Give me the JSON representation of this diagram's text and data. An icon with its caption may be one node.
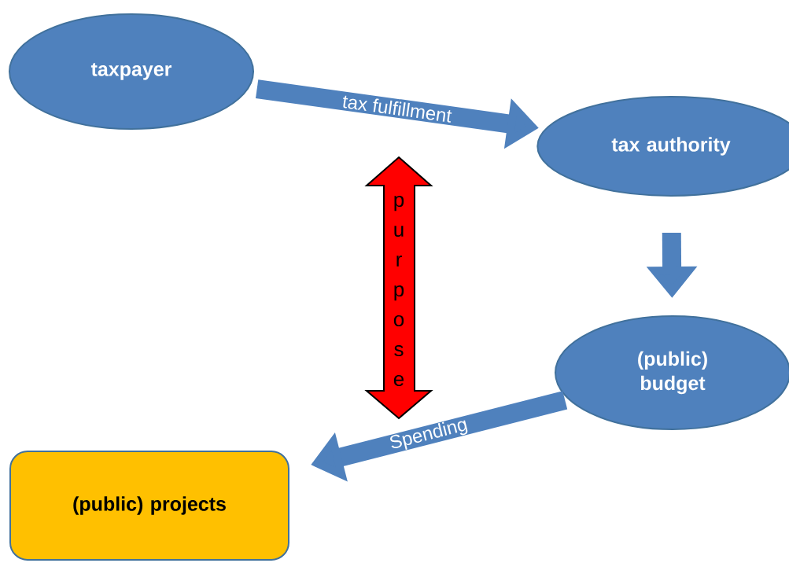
{
  "diagram": {
    "nodes": [
      {
        "text": [
          "taxpayer"
        ]
      },
      {
        "text": [
          "tax authority"
        ]
      },
      {
        "text": [
          "(public) budget"
        ]
      },
      {
        "text": [
          "(public) projects"
        ]
      }
    ],
    "edges": [
      {
        "from": 0,
        "to": 1,
        "arrow": "to",
        "label": "tax fulfillment"
      },
      {
        "from": 1,
        "to": 2,
        "arrow": "to"
      },
      {
        "from": 2,
        "to": 3,
        "arrow": "to",
        "label": "Spending"
      }
    ],
    "labels": [
      "purpose"
    ]
  }
}
